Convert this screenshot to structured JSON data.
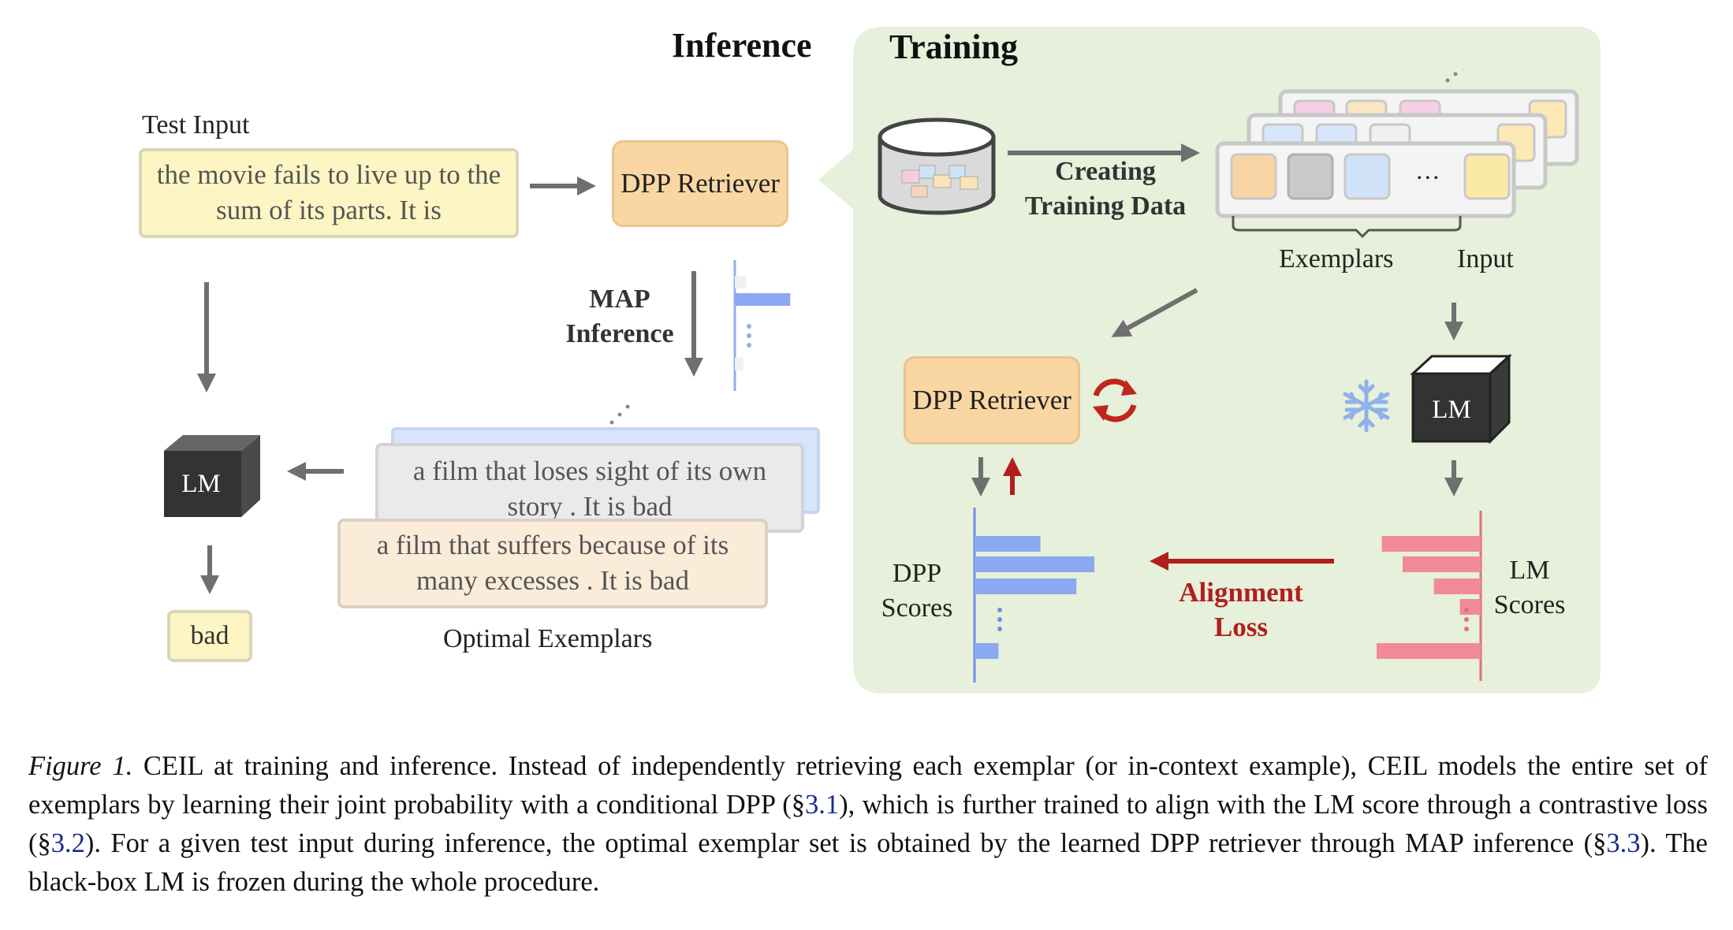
{
  "headings": {
    "inference": "Inference",
    "training": "Training"
  },
  "inference": {
    "test_input_label": "Test Input",
    "test_input_text": "the movie fails to live up to the sum of its parts. It is",
    "retriever_label": "DPP Retriever",
    "map_label": "MAP Inference",
    "lm_label": "LM",
    "output_text": "bad",
    "exemplar_1": "a film that loses sight of its own story . It is bad",
    "exemplar_2": "a film that suffers because of its many excesses . It is bad",
    "optimal_label": "Optimal Exemplars"
  },
  "training": {
    "creating_label": "Creating Training Data",
    "exemplars_label": "Exemplars",
    "input_label": "Input",
    "ellipsis": "...",
    "retriever_label": "DPP Retriever",
    "lm_label": "LM",
    "dpp_scores_label": "DPP Scores",
    "lm_scores_label": "LM Scores",
    "alignment_label": "Alignment Loss"
  },
  "caption": {
    "figure_label": "Figure 1.",
    "text_1": " CEIL at training and inference. Instead of independently retrieving each exemplar (or in-context example), CEIL models the entire set of exemplars by learning their joint probability with a conditional DPP (§",
    "ref_1": "3.1",
    "text_2": "), which is further trained to align with the LM score through a contrastive loss (§",
    "ref_2": "3.2",
    "text_3": "). For a given test input during inference, the optimal exemplar set is obtained by the learned DPP retriever through MAP inference (§",
    "ref_3": "3.3",
    "text_4": "). The black-box LM is frozen during the whole procedure."
  },
  "colors": {
    "training_panel": "#e6f0da",
    "retriever": "#fad7a2",
    "test_input": "#fdf6c4",
    "dpp_bar": "#8aa9f0",
    "lm_bar": "#f08a98",
    "alignment": "#b11e1e",
    "lm_cube": "#333333"
  },
  "chart_data": [
    {
      "type": "bar",
      "series": [
        {
          "name": "",
          "values": [
            0.2,
            0.95,
            0.15
          ]
        }
      ]
    },
    {
      "type": "bar",
      "series": [
        {
          "name": "",
          "values": [
            0.55,
            1.0,
            0.85,
            0.2
          ]
        }
      ]
    },
    {
      "type": "bar",
      "series": [
        {
          "name": "",
          "values": [
            0.95,
            0.75,
            0.45,
            0.2,
            1.0
          ]
        }
      ]
    }
  ]
}
